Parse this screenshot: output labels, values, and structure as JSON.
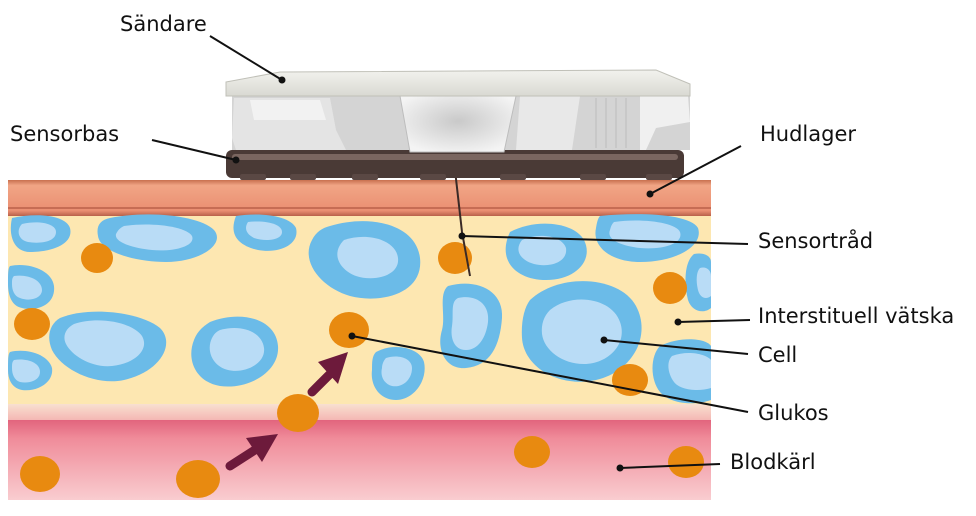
{
  "labels": {
    "transmitter": "Sändare",
    "sensor_base": "Sensorbas",
    "skin_layer": "Hudlager",
    "sensor_wire": "Sensortråd",
    "interstitial_fluid": "Interstituell vätska",
    "cell": "Cell",
    "glucose": "Glukos",
    "blood_vessel": "Blodkärl"
  },
  "colors": {
    "skin": "#e8957a",
    "skin_dark": "#b7654b",
    "fluid": "#fde7b1",
    "cell_outer": "#6bbbe8",
    "cell_inner": "#b9dcf6",
    "glucose": "#e88a10",
    "blood_top": "#e57a8c",
    "blood_bottom": "#f7c4c8",
    "arrow": "#6d1a3b",
    "device_light": "#e6e6e6",
    "device_dark": "#4a3a36"
  }
}
